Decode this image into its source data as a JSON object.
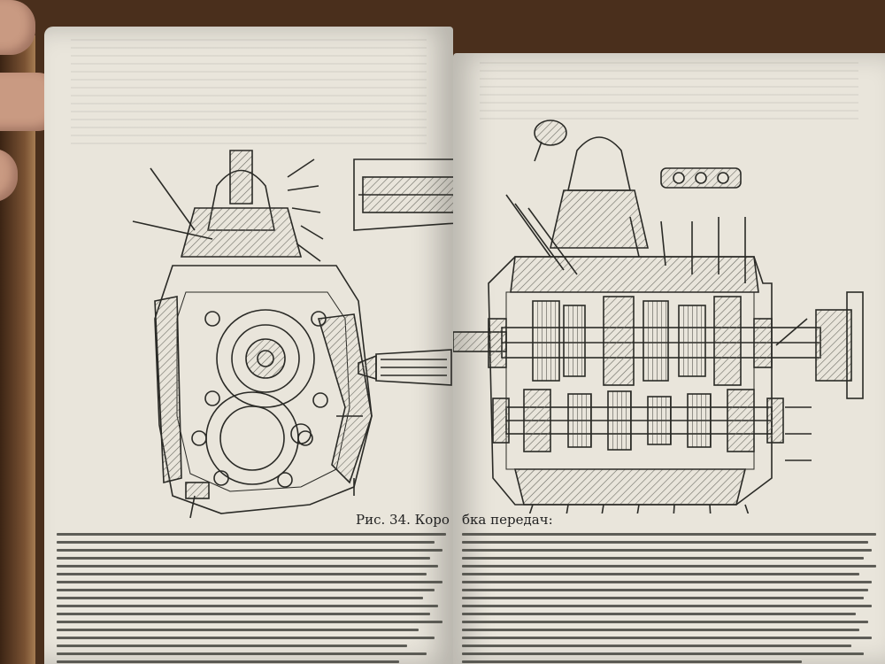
{
  "figure": {
    "caption_left": "Рис. 34. Коро",
    "caption_right": "бка передач:"
  },
  "colors": {
    "paper": "#e9e5db",
    "ink": "#2a2a26",
    "hatch": "#6a6a62"
  },
  "illustrations": {
    "left": "gearbox-front-view-with-section-A-A",
    "right": "gearbox-longitudinal-section-with-section-B-B"
  }
}
